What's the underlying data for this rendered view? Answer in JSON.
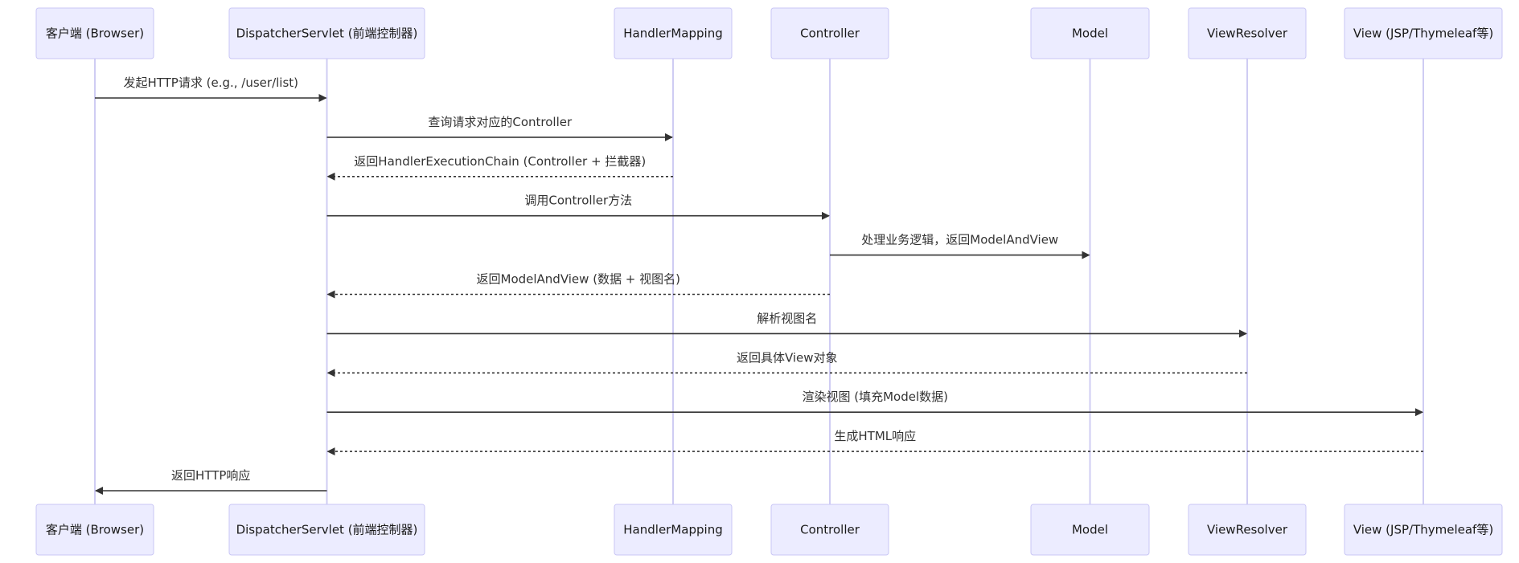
{
  "participants": [
    {
      "id": "client",
      "label": "客户端 (Browser)"
    },
    {
      "id": "dispatcher",
      "label": "DispatcherServlet (前端控制器)"
    },
    {
      "id": "handlerMapping",
      "label": "HandlerMapping"
    },
    {
      "id": "controller",
      "label": "Controller"
    },
    {
      "id": "model",
      "label": "Model"
    },
    {
      "id": "viewResolver",
      "label": "ViewResolver"
    },
    {
      "id": "view",
      "label": "View (JSP/Thymeleaf等)"
    }
  ],
  "messages": [
    {
      "from": "client",
      "to": "dispatcher",
      "label": "发起HTTP请求 (e.g., /user/list)",
      "style": "solid"
    },
    {
      "from": "dispatcher",
      "to": "handlerMapping",
      "label": "查询请求对应的Controller",
      "style": "solid"
    },
    {
      "from": "handlerMapping",
      "to": "dispatcher",
      "label": "返回HandlerExecutionChain (Controller + 拦截器)",
      "style": "dashed"
    },
    {
      "from": "dispatcher",
      "to": "controller",
      "label": "调用Controller方法",
      "style": "solid"
    },
    {
      "from": "controller",
      "to": "model",
      "label": "处理业务逻辑，返回ModelAndView",
      "style": "solid"
    },
    {
      "from": "controller",
      "to": "dispatcher",
      "label": "返回ModelAndView (数据 + 视图名)",
      "style": "dashed"
    },
    {
      "from": "dispatcher",
      "to": "viewResolver",
      "label": "解析视图名",
      "style": "solid"
    },
    {
      "from": "viewResolver",
      "to": "dispatcher",
      "label": "返回具体View对象",
      "style": "dashed"
    },
    {
      "from": "dispatcher",
      "to": "view",
      "label": "渲染视图 (填充Model数据)",
      "style": "solid"
    },
    {
      "from": "view",
      "to": "dispatcher",
      "label": "生成HTML响应",
      "style": "dashed"
    },
    {
      "from": "dispatcher",
      "to": "client",
      "label": "返回HTTP响应",
      "style": "solid"
    }
  ],
  "colors": {
    "actor_fill": "#ececff",
    "actor_border": "#c9c6f5",
    "lifeline": "#cfccf3",
    "arrow": "#333333",
    "text": "#333333"
  }
}
